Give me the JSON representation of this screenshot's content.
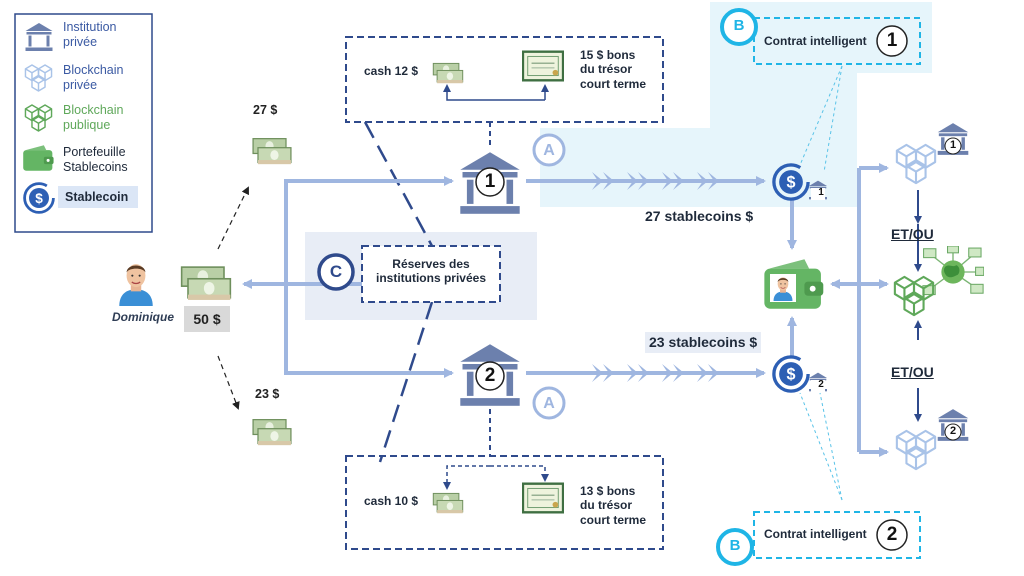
{
  "legend": {
    "institution": "Institution\nprivée",
    "private_chain": "Blockchain\nprivée",
    "public_chain": "Blockchain\npublique",
    "wallet": "Portefeuille\nStablecoins",
    "stablecoin": "Stablecoin"
  },
  "person": {
    "name": "Dominique",
    "amount": "50 $"
  },
  "split": {
    "top": "27 $",
    "bottom": "23 $"
  },
  "institutions": {
    "one": "1",
    "two": "2"
  },
  "reserves_top": {
    "cash": "cash 12 $",
    "bonds": "15 $ bons\ndu trésor\ncourt terme"
  },
  "reserves_bottom": {
    "cash": "cash 10 $",
    "bonds": "13 $ bons\ndu trésor\ncourt terme"
  },
  "reserves_center": "Réserves des\ninstitutions privées",
  "markers": {
    "a": "A",
    "b": "B",
    "c": "C"
  },
  "contracts": {
    "label": "Contrat intelligent",
    "one": "1",
    "two": "2"
  },
  "flows": {
    "top": "27 stablecoins $",
    "bottom": "23 stablecoins $"
  },
  "operator": "ET/OU",
  "colors": {
    "navy": "#2f4a8c",
    "flow": "#9fb6e0",
    "cyan": "#1fb5e6",
    "green": "#5fa85a",
    "highlight": "#e6f5fb"
  }
}
